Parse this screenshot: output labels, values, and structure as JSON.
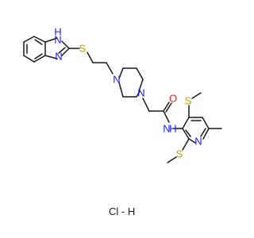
{
  "molecule": {
    "atoms": {
      "benzimidazole_nh": {
        "label": "H",
        "color": "#1a1aff"
      },
      "benzimidazole_n1": {
        "label": "N",
        "color": "#1a1aff"
      },
      "benzimidazole_n3": {
        "label": "N",
        "color": "#1a1aff"
      },
      "thioether_s1": {
        "label": "S",
        "color": "#b8a000"
      },
      "piperazine_n1": {
        "label": "N",
        "color": "#1a1aff"
      },
      "piperazine_n2": {
        "label": "N",
        "color": "#1a1aff"
      },
      "carbonyl_o": {
        "label": "O",
        "color": "#ff1a1a"
      },
      "amide_n": {
        "label": "N",
        "color": "#1a1aff"
      },
      "amide_h": {
        "label": "H",
        "color": "#1a1aff"
      },
      "pyridine_n": {
        "label": "N",
        "color": "#1a1aff"
      },
      "methylthio_s4": {
        "label": "S",
        "color": "#b8a000"
      },
      "methylthio_s2": {
        "label": "S",
        "color": "#b8a000"
      }
    },
    "salt_label": "Cl - H",
    "salt_color": "#1a9a1a"
  }
}
